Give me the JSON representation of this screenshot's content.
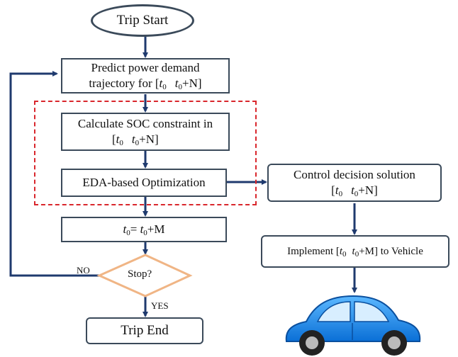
{
  "nodes": {
    "trip_start": "Trip Start",
    "predict_line1": "Predict power demand",
    "predict_line2_prefix": "trajectory for [",
    "calc_line1": "Calculate SOC constraint in",
    "eda": "EDA-based Optimization",
    "update_mid": "= ",
    "update_tail": "+M",
    "stop": "Stop?",
    "trip_end": "Trip End",
    "control_line1": "Control decision solution",
    "implement_prefix": "Implement [",
    "implement_suffix": "+M] to Vehicle"
  },
  "notation": {
    "t": "t",
    "sub0": "0",
    "plus_n": "+N",
    "close": "]",
    "open": "["
  },
  "edges": {
    "no_label": "NO",
    "yes_label": "YES"
  },
  "colors": {
    "arrow": "#1f3a6e",
    "box_border": "#3b4a5a",
    "dashed_region": "#d9262c",
    "decision_border": "#f0b585",
    "car_body": "#1e90ff"
  },
  "icons": {
    "vehicle": "car-icon"
  }
}
